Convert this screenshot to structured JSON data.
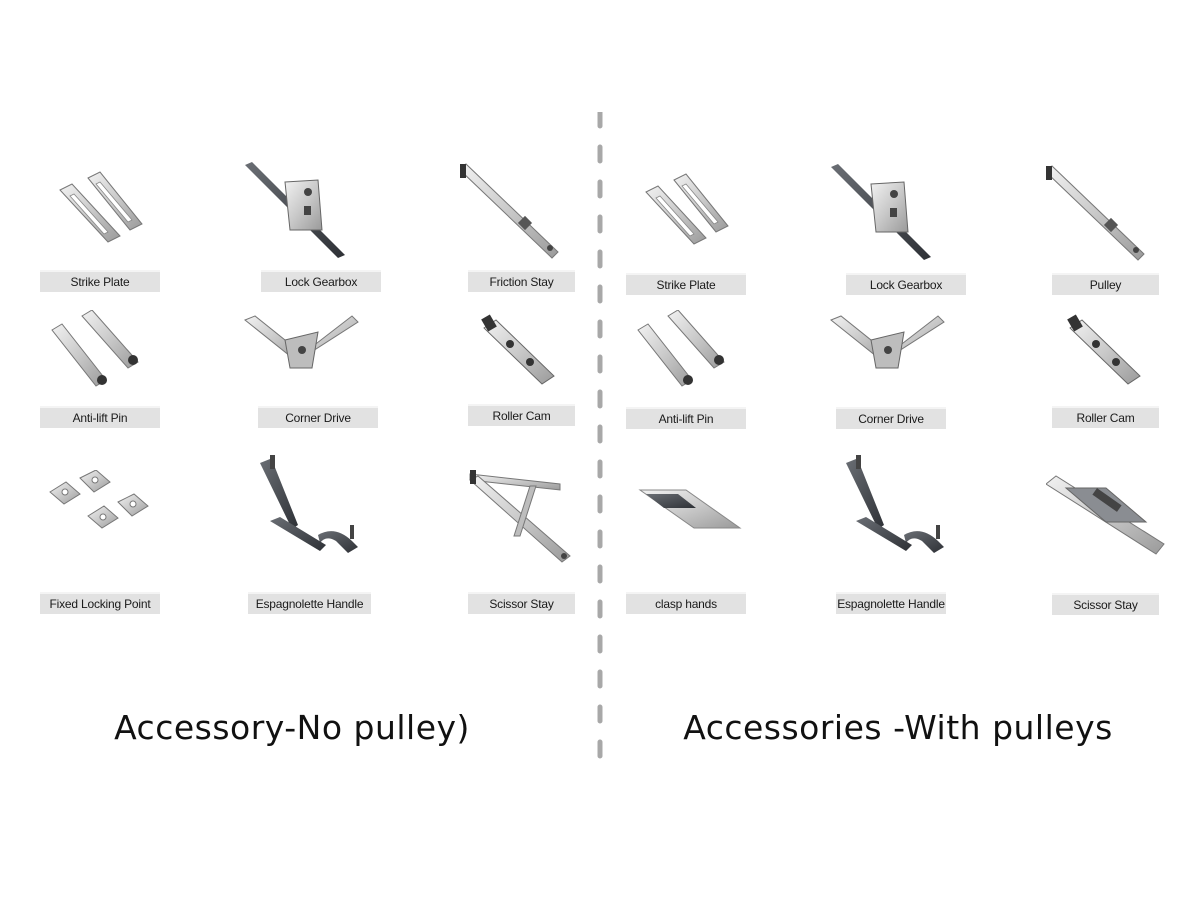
{
  "left_panel": {
    "caption": "Accessory-No pulley)",
    "items": [
      {
        "label": "Strike Plate",
        "icon": "strike-plate-icon"
      },
      {
        "label": "Lock Gearbox",
        "icon": "lock-gearbox-icon"
      },
      {
        "label": "Friction Stay",
        "icon": "friction-stay-icon"
      },
      {
        "label": "Anti-lift Pin",
        "icon": "anti-lift-pin-icon"
      },
      {
        "label": "Corner Drive",
        "icon": "corner-drive-icon"
      },
      {
        "label": "Roller Cam",
        "icon": "roller-cam-icon"
      },
      {
        "label": "Fixed Locking Point",
        "icon": "fixed-locking-point-icon"
      },
      {
        "label": "Espagnolette Handle",
        "icon": "espagnolette-handle-icon"
      },
      {
        "label": "Scissor Stay",
        "icon": "scissor-stay-icon"
      }
    ]
  },
  "right_panel": {
    "caption": "Accessories -With pulleys",
    "items": [
      {
        "label": "Strike Plate",
        "icon": "strike-plate-icon"
      },
      {
        "label": "Lock Gearbox",
        "icon": "lock-gearbox-icon"
      },
      {
        "label": "Pulley",
        "icon": "pulley-icon"
      },
      {
        "label": "Anti-lift Pin",
        "icon": "anti-lift-pin-icon"
      },
      {
        "label": "Corner Drive",
        "icon": "corner-drive-icon"
      },
      {
        "label": "Roller Cam",
        "icon": "roller-cam-icon"
      },
      {
        "label": "clasp hands",
        "icon": "clasp-hands-icon"
      },
      {
        "label": "Espagnolette Handle",
        "icon": "espagnolette-handle-icon"
      },
      {
        "label": "Scissor Stay",
        "icon": "scissor-stay-icon"
      }
    ]
  },
  "colors": {
    "label_bg": "#e2e2e2",
    "divider": "#a8a8a8",
    "metal_light": "#dcdcdc",
    "metal_dark": "#3c3f44"
  }
}
